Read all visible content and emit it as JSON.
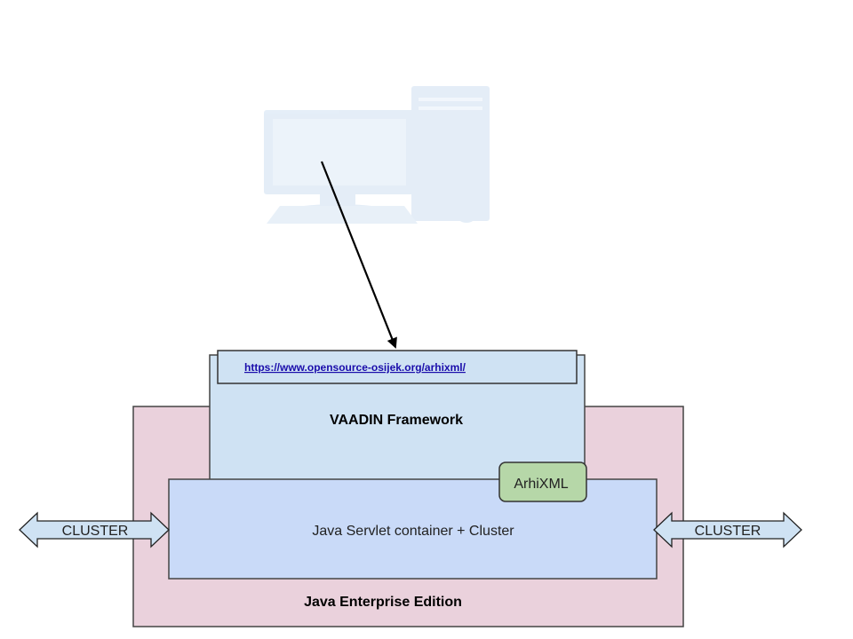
{
  "url_bar": {
    "text": "https://www.opensource-osijek.org/arhixml/"
  },
  "vaadin": {
    "label": "VAADIN Framework"
  },
  "servlet": {
    "label": "Java Servlet container  + Cluster"
  },
  "arhixml": {
    "label": "ArhiXML"
  },
  "jee": {
    "label": "Java Enterprise Edition"
  },
  "cluster_left": {
    "label": "CLUSTER"
  },
  "cluster_right": {
    "label": "CLUSTER"
  },
  "client": {
    "icon": "desktop-computer-icon"
  },
  "colors": {
    "jee_fill": "#ead1dc",
    "vaadin_fill": "#cfe2f3",
    "servlet_fill": "#c9daf8",
    "arhixml_fill": "#b6d7a8",
    "link": "#1a0dab"
  }
}
